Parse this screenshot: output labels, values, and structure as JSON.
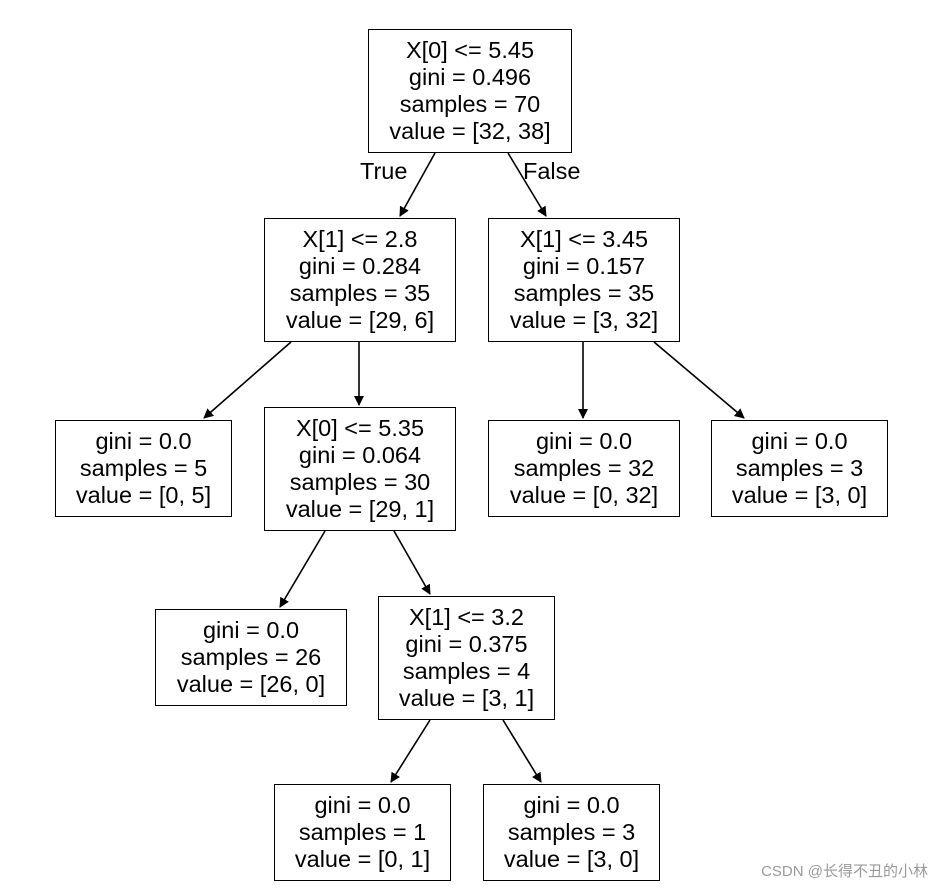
{
  "tree": {
    "nodes": [
      {
        "id": "n0",
        "lines": [
          "X[0] <= 5.45",
          "gini = 0.496",
          "samples = 70",
          "value = [32, 38]"
        ]
      },
      {
        "id": "n1",
        "lines": [
          "X[1] <= 2.8",
          "gini = 0.284",
          "samples = 35",
          "value = [29, 6]"
        ]
      },
      {
        "id": "n2",
        "lines": [
          "X[1] <= 3.45",
          "gini = 0.157",
          "samples = 35",
          "value = [3, 32]"
        ]
      },
      {
        "id": "n3",
        "lines": [
          "gini = 0.0",
          "samples = 5",
          "value = [0, 5]"
        ]
      },
      {
        "id": "n4",
        "lines": [
          "X[0] <= 5.35",
          "gini = 0.064",
          "samples = 30",
          "value = [29, 1]"
        ]
      },
      {
        "id": "n5",
        "lines": [
          "gini = 0.0",
          "samples = 32",
          "value = [0, 32]"
        ]
      },
      {
        "id": "n6",
        "lines": [
          "gini = 0.0",
          "samples = 3",
          "value = [3, 0]"
        ]
      },
      {
        "id": "n7",
        "lines": [
          "gini = 0.0",
          "samples = 26",
          "value = [26, 0]"
        ]
      },
      {
        "id": "n8",
        "lines": [
          "X[1] <= 3.2",
          "gini = 0.375",
          "samples = 4",
          "value = [3, 1]"
        ]
      },
      {
        "id": "n9",
        "lines": [
          "gini = 0.0",
          "samples = 1",
          "value = [0, 1]"
        ]
      },
      {
        "id": "n10",
        "lines": [
          "gini = 0.0",
          "samples = 3",
          "value = [3, 0]"
        ]
      }
    ],
    "edges": [
      {
        "from": "n0",
        "to": "n1",
        "label": "True"
      },
      {
        "from": "n0",
        "to": "n2",
        "label": "False"
      },
      {
        "from": "n1",
        "to": "n3",
        "label": ""
      },
      {
        "from": "n1",
        "to": "n4",
        "label": ""
      },
      {
        "from": "n2",
        "to": "n5",
        "label": ""
      },
      {
        "from": "n2",
        "to": "n6",
        "label": ""
      },
      {
        "from": "n4",
        "to": "n7",
        "label": ""
      },
      {
        "from": "n4",
        "to": "n8",
        "label": ""
      },
      {
        "from": "n8",
        "to": "n9",
        "label": ""
      },
      {
        "from": "n8",
        "to": "n10",
        "label": ""
      }
    ]
  },
  "watermark": "CSDN @长得不丑的小林"
}
